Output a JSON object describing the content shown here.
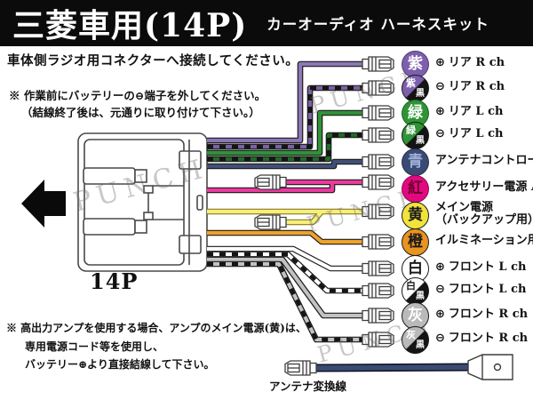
{
  "header": {
    "title": "三菱車用(14P)",
    "subtitle": "カーオーディオ ハーネスキット"
  },
  "instructions": {
    "main": "車体側ラジオ用コネクターへ接続してください。",
    "battery_note": "※ 作業前にバッテリーの⊖端子を外してください。",
    "battery_note2": "（結線終了後は、元通りに取り付けて下さい。）",
    "amp_note1": "※ 高出力アンプを使用する場合、アンプのメイン電源(黄)は、",
    "amp_note2": "専用電源コード等を使用し、",
    "amp_note3": "バッテリー⊕より直接結線して下さい。"
  },
  "connector": {
    "label": "14P"
  },
  "antenna": {
    "label": "アンテナ変換線"
  },
  "watermark": "PUNCH",
  "wires": [
    {
      "kanji": "紫",
      "kanji2": "",
      "polarity": "⊕",
      "label": "リア R ch",
      "label2": "",
      "wire_hex": "#8d77b5",
      "circle_hex": "#7d5fae",
      "kanji_hex": "#ffffff",
      "stripe": false,
      "stub": false
    },
    {
      "kanji": "紫",
      "kanji2": "黒",
      "polarity": "⊖",
      "label": "リア R ch",
      "label2": "",
      "wire_hex": "#7a62a4",
      "circle_hex": "#7d5fae",
      "kanji_hex": "#ffffff",
      "stripe": true,
      "stub": false
    },
    {
      "kanji": "緑",
      "kanji2": "",
      "polarity": "⊕",
      "label": "リア L ch",
      "label2": "",
      "wire_hex": "#2f9338",
      "circle_hex": "#2e9434",
      "kanji_hex": "#ffffff",
      "stripe": false,
      "stub": false
    },
    {
      "kanji": "緑",
      "kanji2": "黒",
      "polarity": "⊖",
      "label": "リア L ch",
      "label2": "",
      "wire_hex": "#1f6b28",
      "circle_hex": "#2e9434",
      "kanji_hex": "#ffffff",
      "stripe": true,
      "stub": false
    },
    {
      "kanji": "青",
      "kanji2": "",
      "polarity": "",
      "label": "アンテナコントロール",
      "label2": "",
      "wire_hex": "#414f76",
      "circle_hex": "#3a4a74",
      "kanji_hex": "#9fb0d8",
      "stripe": false,
      "stub": false
    },
    {
      "kanji": "紅",
      "kanji2": "",
      "polarity": "",
      "label": "アクセサリー電源 ACC",
      "label2": "",
      "wire_hex": "#e93a9e",
      "circle_hex": "#e20980",
      "kanji_hex": "#6d0130",
      "stripe": false,
      "stub": true
    },
    {
      "kanji": "黄",
      "kanji2": "",
      "polarity": "",
      "label": "メイン電源",
      "label2": "（バックアップ用）",
      "wire_hex": "#f5ef7c",
      "circle_hex": "#f2e33c",
      "kanji_hex": "#1a1a1a",
      "stripe": false,
      "stub": true
    },
    {
      "kanji": "橙",
      "kanji2": "",
      "polarity": "",
      "label": "イルミネーション用電源",
      "label2": "",
      "wire_hex": "#efa22b",
      "circle_hex": "#e8941f",
      "kanji_hex": "#1a1a1a",
      "stripe": false,
      "stub": false
    },
    {
      "kanji": "白",
      "kanji2": "",
      "polarity": "⊕",
      "label": "フロント L ch",
      "label2": "",
      "wire_hex": "#ffffff",
      "circle_hex": "#ffffff",
      "kanji_hex": "#1a1a1a",
      "stripe": false,
      "stub": false
    },
    {
      "kanji": "白",
      "kanji2": "黒",
      "polarity": "⊖",
      "label": "フロント L ch",
      "label2": "",
      "wire_hex": "#ffffff",
      "circle_hex": "#ffffff",
      "kanji_hex": "#1a1a1a",
      "stripe": true,
      "stub": false
    },
    {
      "kanji": "灰",
      "kanji2": "",
      "polarity": "⊕",
      "label": "フロント R ch",
      "label2": "",
      "wire_hex": "#c2c2c2",
      "circle_hex": "#b9b9b9",
      "kanji_hex": "#ffffff",
      "stripe": false,
      "stub": false
    },
    {
      "kanji": "灰",
      "kanji2": "黒",
      "polarity": "⊖",
      "label": "フロント R ch",
      "label2": "",
      "wire_hex": "#c2c2c2",
      "circle_hex": "#b9b9b9",
      "kanji_hex": "#ffffff",
      "stripe": true,
      "stub": false
    }
  ]
}
